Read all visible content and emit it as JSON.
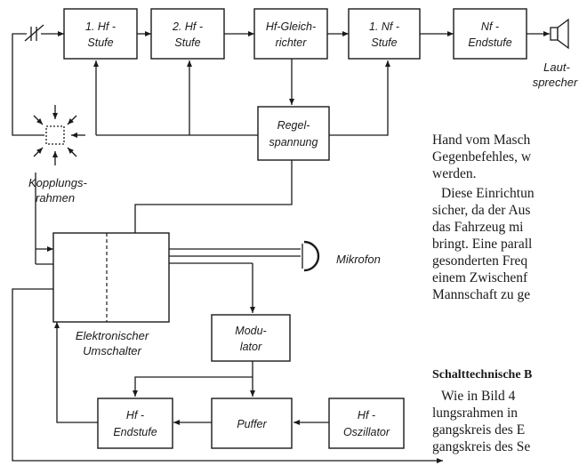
{
  "diagram": {
    "blocks": {
      "hf1": "1. Hf -|Stufe",
      "hf2": "2. Hf -|Stufe",
      "gleich": "Hf-Gleich-|richter",
      "nf1": "1. Nf -|Stufe",
      "nfend": "Nf -|Endstufe",
      "regel": "Regel-|spannung",
      "modulator": "Modu-|lator",
      "hfend": "Hf -|Endstufe",
      "puffer": "Puffer",
      "osz": "Hf -|Oszillator"
    },
    "labels": {
      "lautsprecher": "Laut-|sprecher",
      "kopplung": "Kopplungs-|rahmen",
      "mikrofon": "Mikrofon",
      "umschalter": "Elektronischer|Umschalter"
    },
    "colors": {
      "ink": "#1a1a1a",
      "paper": "#ffffff"
    },
    "icons": [
      "loudspeaker-icon",
      "microphone-icon",
      "variable-capacitor-icon",
      "coupling-frame-icon"
    ]
  },
  "article": {
    "lines": [
      "Hand vom Masch",
      "Gegenbefehles, w",
      "werden.",
      "Diese Einrichtun",
      "sicher, da der Aus",
      "das Fahrzeug mi",
      "bringt. Eine parall",
      "gesonderten Freq",
      "einem Zwischenf",
      "Mannschaft zu ge",
      "Schalttechnische B",
      "Wie in Bild 4",
      "lungsrahmen in",
      "gangskreis des E",
      "gangskreis des Se"
    ]
  }
}
